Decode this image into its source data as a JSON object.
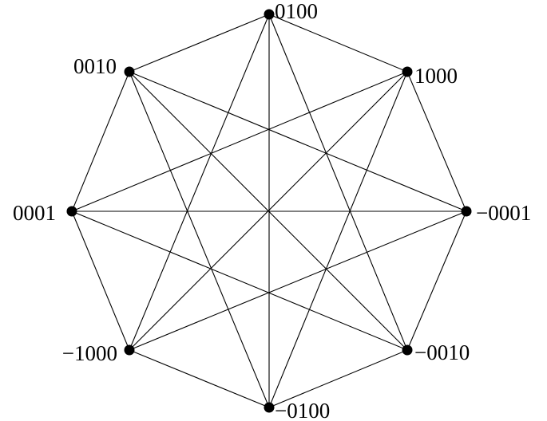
{
  "diagram": {
    "colors": {
      "line": "#000000",
      "node": "#000000",
      "background": "#ffffff"
    },
    "nodes": [
      {
        "id": "n0100",
        "label": "0100"
      },
      {
        "id": "n1000",
        "label": "1000"
      },
      {
        "id": "n-0001",
        "label": "−0001"
      },
      {
        "id": "n-0010",
        "label": "−0010"
      },
      {
        "id": "n-0100",
        "label": "−0100"
      },
      {
        "id": "n-1000",
        "label": "−1000"
      },
      {
        "id": "n0001",
        "label": "0001"
      },
      {
        "id": "n0010",
        "label": "0010"
      }
    ],
    "edges": [
      [
        "n0100",
        "n1000"
      ],
      [
        "n1000",
        "n-0001"
      ],
      [
        "n-0001",
        "n-0010"
      ],
      [
        "n-0010",
        "n-0100"
      ],
      [
        "n-0100",
        "n-1000"
      ],
      [
        "n-1000",
        "n0001"
      ],
      [
        "n0001",
        "n0010"
      ],
      [
        "n0010",
        "n0100"
      ],
      [
        "n0100",
        "n-0010"
      ],
      [
        "n1000",
        "n-0100"
      ],
      [
        "n-0001",
        "n-1000"
      ],
      [
        "n-0010",
        "n0001"
      ],
      [
        "n-0100",
        "n0010"
      ],
      [
        "n-1000",
        "n0100"
      ],
      [
        "n0001",
        "n1000"
      ],
      [
        "n0010",
        "n-0001"
      ],
      [
        "n0100",
        "n-0100"
      ],
      [
        "n1000",
        "n-1000"
      ],
      [
        "n-0001",
        "n0001"
      ],
      [
        "n-0010",
        "n0010"
      ]
    ]
  }
}
